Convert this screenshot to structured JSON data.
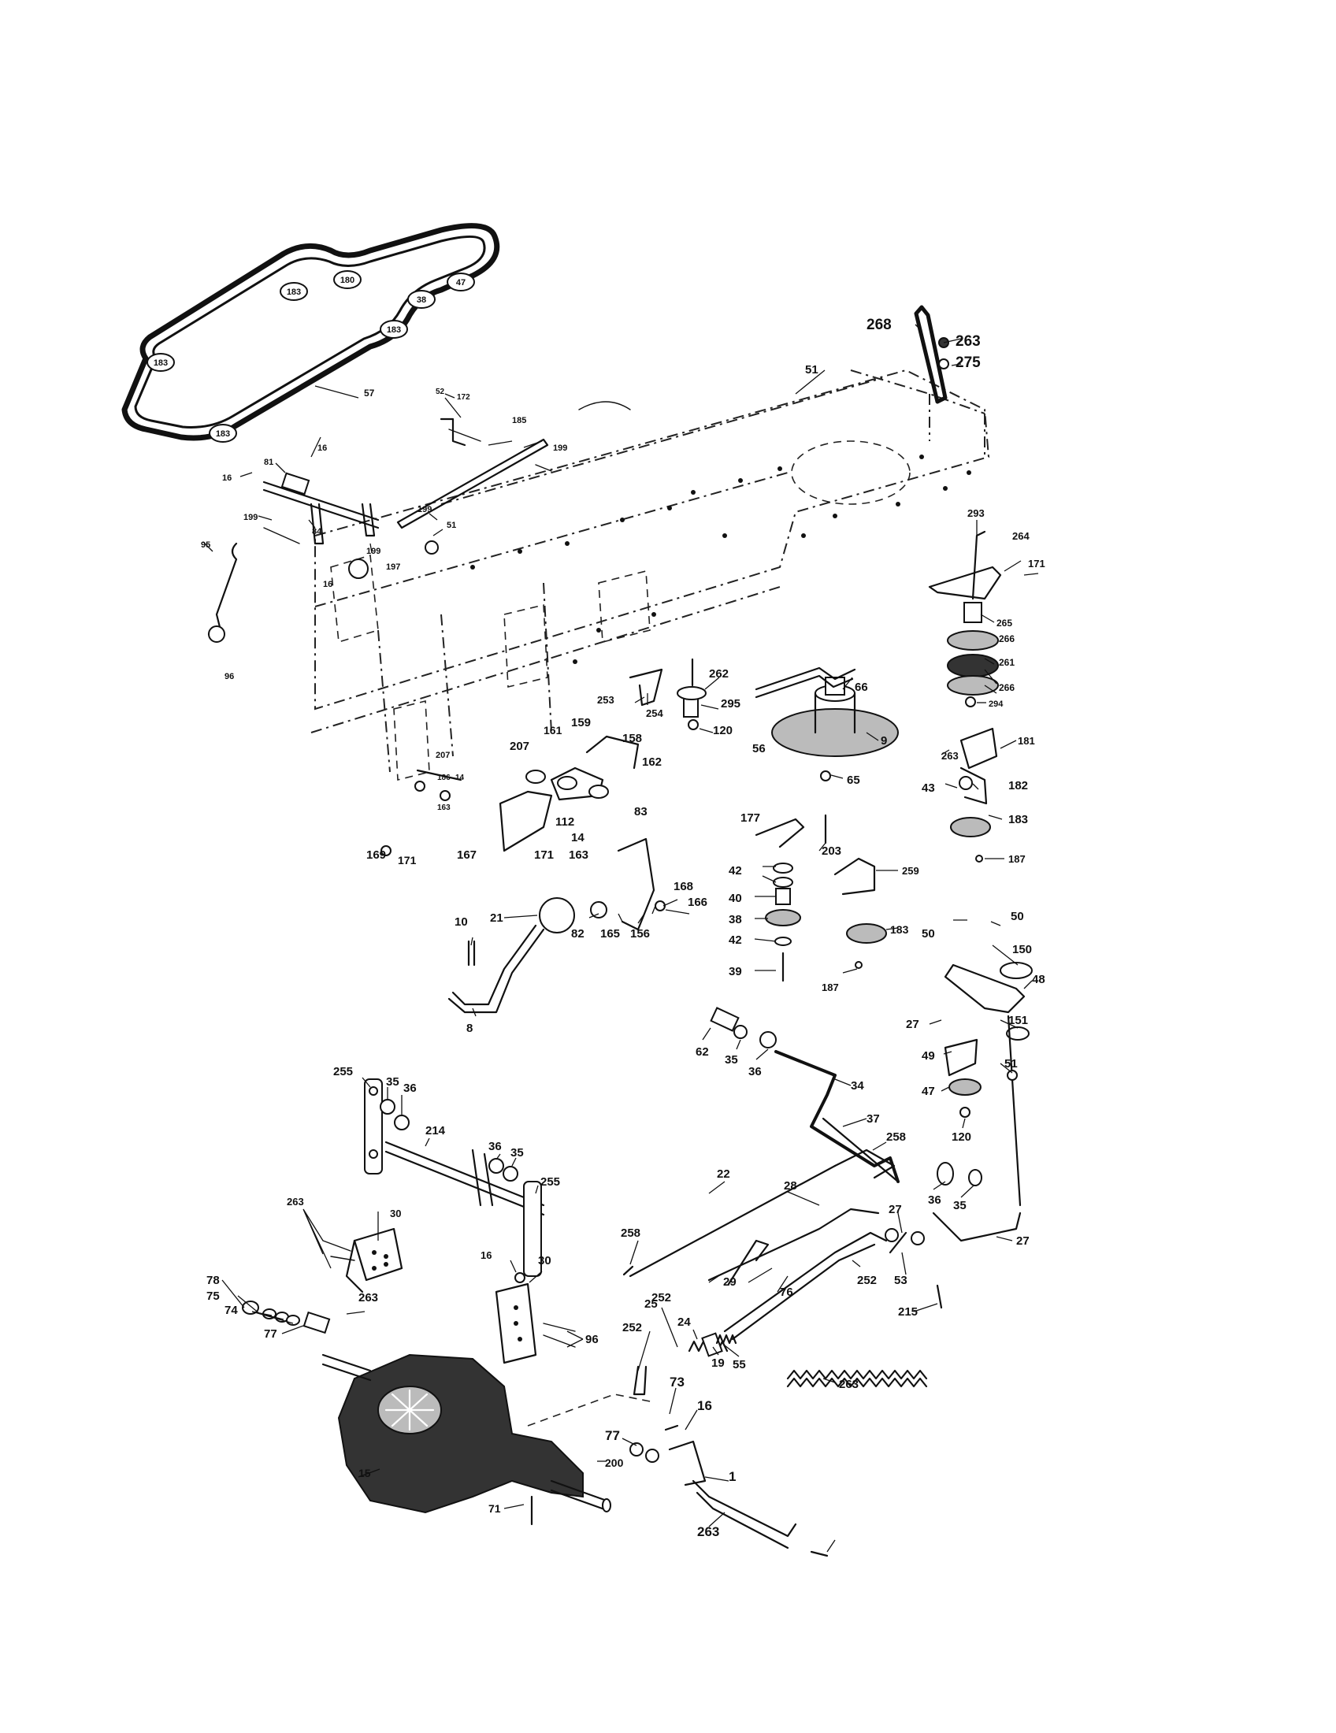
{
  "diagram": {
    "belt_callouts": [
      "180",
      "183",
      "38",
      "47",
      "183",
      "183",
      "183"
    ],
    "labels": [
      "57",
      "52",
      "172",
      "185",
      "199",
      "81",
      "16",
      "16",
      "199",
      "84",
      "199",
      "199",
      "51",
      "197",
      "16",
      "95",
      "96",
      "51",
      "268",
      "263",
      "275",
      "293",
      "264",
      "171",
      "265",
      "266",
      "261",
      "266",
      "294",
      "262",
      "295",
      "120",
      "253",
      "254",
      "66",
      "56",
      "9",
      "65",
      "263",
      "181",
      "43",
      "182",
      "183",
      "187",
      "203",
      "207",
      "161",
      "159",
      "158",
      "207",
      "186",
      "14",
      "162",
      "112",
      "14",
      "83",
      "163",
      "169",
      "171",
      "167",
      "171",
      "163",
      "177",
      "42",
      "40",
      "38",
      "42",
      "39",
      "259",
      "183",
      "187",
      "168",
      "166",
      "21",
      "82",
      "165",
      "156",
      "10",
      "8",
      "50",
      "50",
      "150",
      "48",
      "27",
      "151",
      "49",
      "47",
      "51",
      "62",
      "35",
      "36",
      "34",
      "37",
      "258",
      "120",
      "255",
      "35",
      "36",
      "214",
      "36",
      "35",
      "255",
      "22",
      "28",
      "36",
      "35",
      "27",
      "258",
      "263",
      "30",
      "16",
      "30",
      "252",
      "29",
      "252",
      "53",
      "27",
      "215",
      "76",
      "78",
      "75",
      "74",
      "77",
      "263",
      "96",
      "252",
      "25",
      "24",
      "19",
      "55",
      "263",
      "73",
      "16",
      "77",
      "200",
      "1",
      "15",
      "71",
      "263"
    ]
  }
}
